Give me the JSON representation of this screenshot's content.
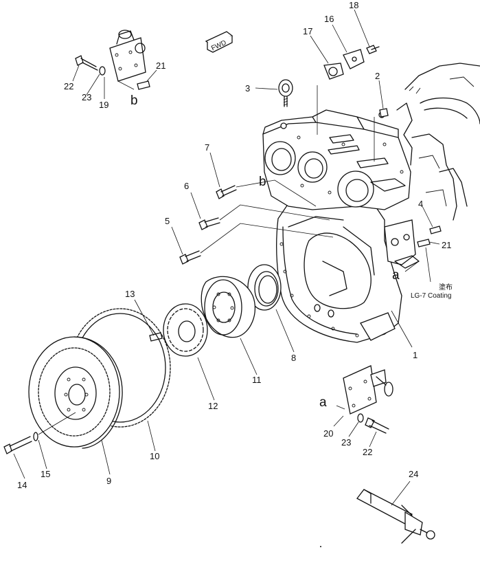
{
  "labels": {
    "n1": "1",
    "n2": "2",
    "n3": "3",
    "n4": "4",
    "n5": "5",
    "n6": "6",
    "n7": "7",
    "n8": "8",
    "n9": "9",
    "n10": "10",
    "n11": "11",
    "n12": "12",
    "n13": "13",
    "n14": "14",
    "n15": "15",
    "n16": "16",
    "n17": "17",
    "n18": "18",
    "n19": "19",
    "n20": "20",
    "n21a": "21",
    "n21b": "21",
    "n22a": "22",
    "n22b": "22",
    "n23a": "23",
    "n23b": "23",
    "n24": "24"
  },
  "refs": {
    "a_housing": "a",
    "a_cover": "a",
    "b_top": "b",
    "b_housing": "b"
  },
  "fwd": "FWD",
  "note": {
    "jp": "塗布",
    "coating": "LG-7 Coating"
  }
}
